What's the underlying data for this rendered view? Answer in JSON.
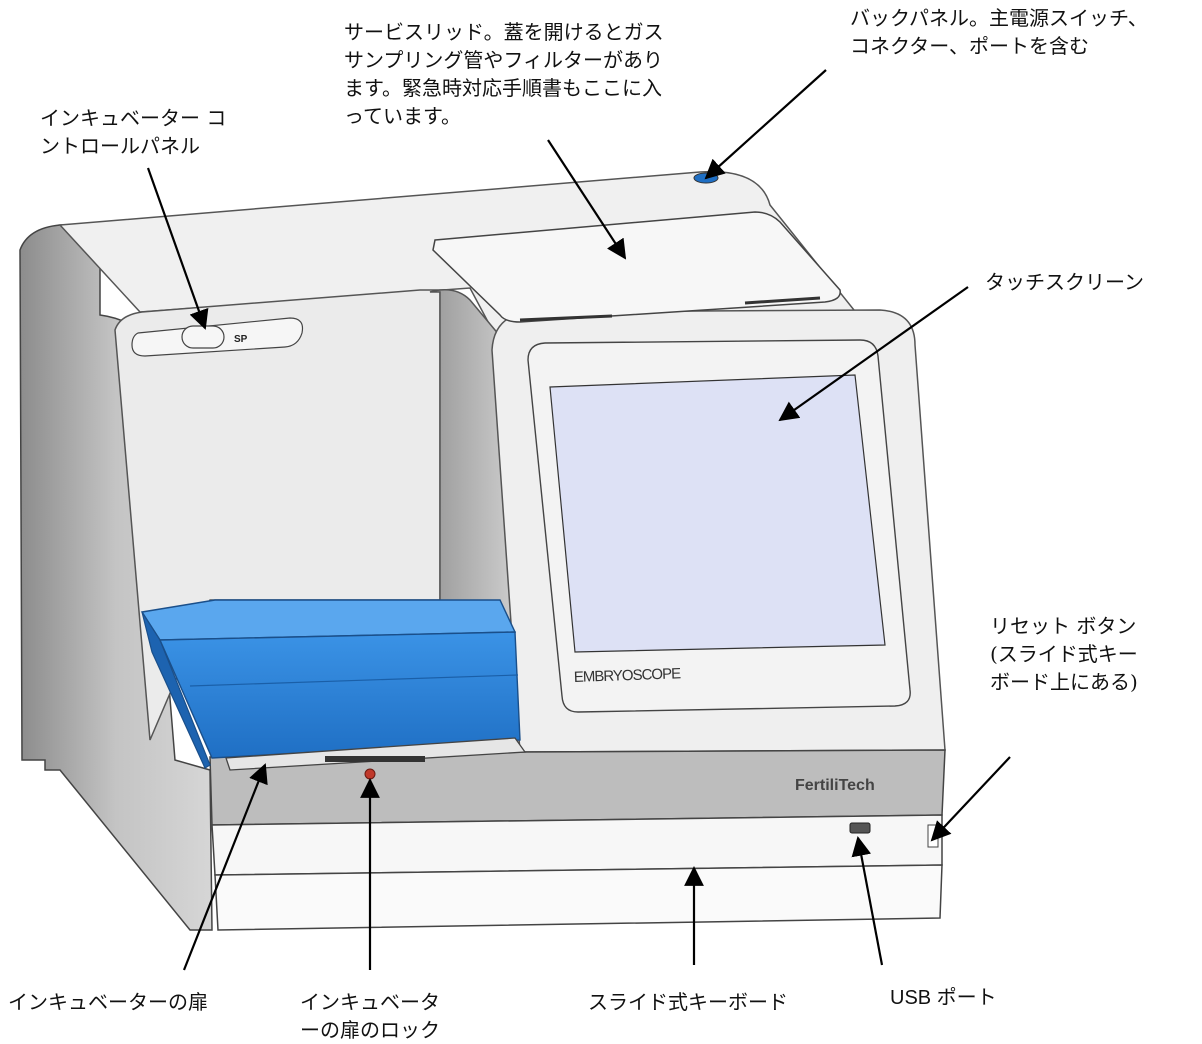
{
  "device": {
    "panel_badge": "SP",
    "screen_brand": "EMBRYOSCOPE",
    "maker_logo": "FertiliTech",
    "colors": {
      "door": "#2f86db",
      "screen": "#dde1f5",
      "body": "#e7e7e7",
      "base": "#bdbdbd",
      "lock": "#c0392b"
    }
  },
  "callouts": {
    "control_panel": "インキュベーター コ\nントロールパネル",
    "service_lid": "サービスリッド。蓋を開けるとガス\nサンプリング管やフィルターがあり\nます。緊急時対応手順書もここに入\nっています。",
    "back_panel": "バックパネル。主電源スイッチ、\nコネクター、ポートを含む",
    "touch_screen": "タッチスクリーン",
    "reset_button": "リセット ボタン\n(スライド式キー\nボード上にある)",
    "incubator_door": "インキュベーターの扉",
    "door_lock": "インキュベータ\nーの扉のロック",
    "keyboard": "スライド式キーボード",
    "usb_port": "USB ポート"
  }
}
